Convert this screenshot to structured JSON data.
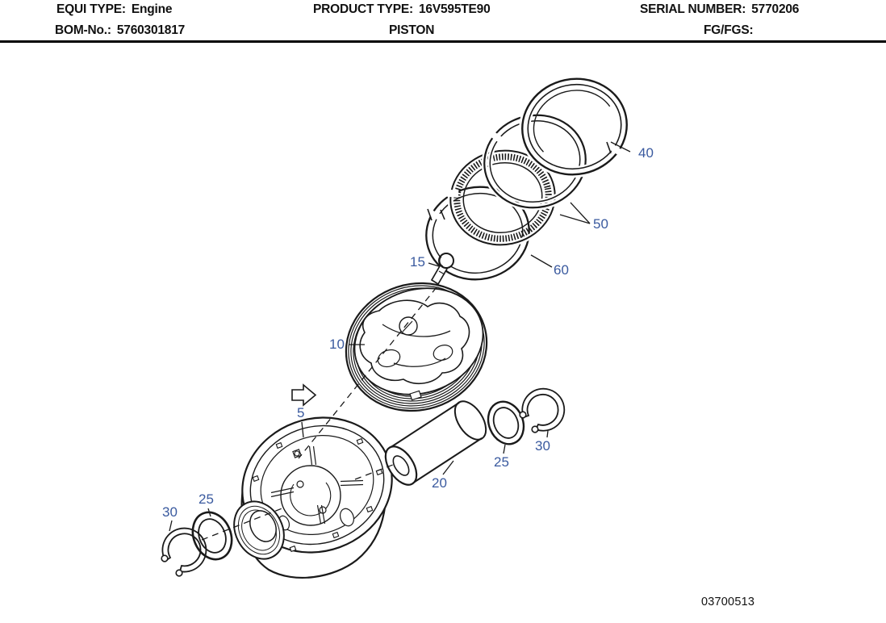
{
  "header": {
    "equi_type": {
      "label": "EQUI TYPE:",
      "value": "Engine"
    },
    "product_type": {
      "label": "PRODUCT TYPE:",
      "value": "16V595TE90"
    },
    "serial_number": {
      "label": "SERIAL NUMBER:",
      "value": "5770206"
    },
    "bom_no": {
      "label": "BOM-No.:",
      "value": "5760301817"
    },
    "product_name": "PISTON",
    "fg_fgs": {
      "label": "FG/FGS:",
      "value": ""
    }
  },
  "diagram": {
    "drawing_number": "03700513",
    "callout_color": "#3a5a9f",
    "line_color": "#1a1a1a",
    "callouts": [
      {
        "text": "40"
      },
      {
        "text": "50"
      },
      {
        "text": "60"
      },
      {
        "text": "15"
      },
      {
        "text": "10"
      },
      {
        "text": "5"
      },
      {
        "text": "20"
      },
      {
        "text": "25"
      },
      {
        "text": "30"
      },
      {
        "text": "30"
      },
      {
        "text": "25"
      }
    ]
  }
}
